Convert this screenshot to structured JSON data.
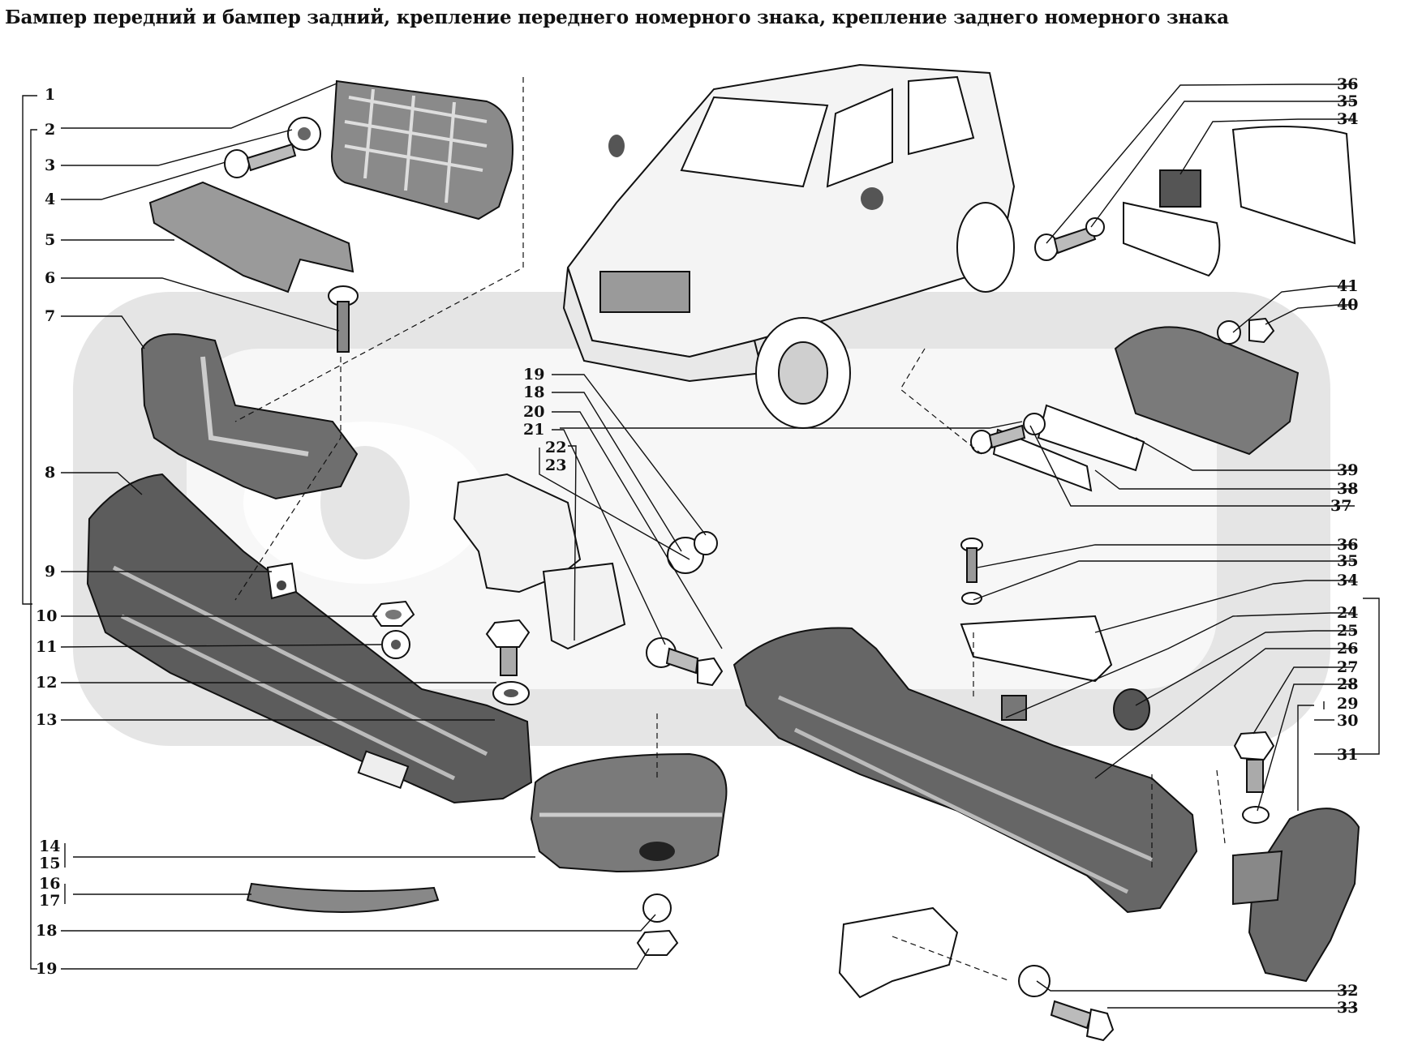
{
  "title": "Бампер передний и бампер задний, крепление переднего номерного знака, крепление заднего номерного знака",
  "colors": {
    "ink": "#111111",
    "watermark": "#cfcfcf",
    "part_fill": "#7a7a7a",
    "part_light": "#d9d9d9"
  },
  "callouts": {
    "left": [
      "1",
      "2",
      "3",
      "4",
      "5",
      "6",
      "7",
      "8",
      "9",
      "10",
      "11",
      "12",
      "13",
      "14",
      "15",
      "16",
      "17",
      "18",
      "19"
    ],
    "mid": [
      "19",
      "18",
      "20",
      "21",
      "22",
      "23"
    ],
    "right_top": [
      "36",
      "35",
      "34",
      "41",
      "40",
      "39",
      "38",
      "37"
    ],
    "right_bottom": [
      "36",
      "35",
      "34",
      "24",
      "25",
      "26",
      "27",
      "28",
      "29",
      "30",
      "31",
      "32",
      "33"
    ]
  }
}
